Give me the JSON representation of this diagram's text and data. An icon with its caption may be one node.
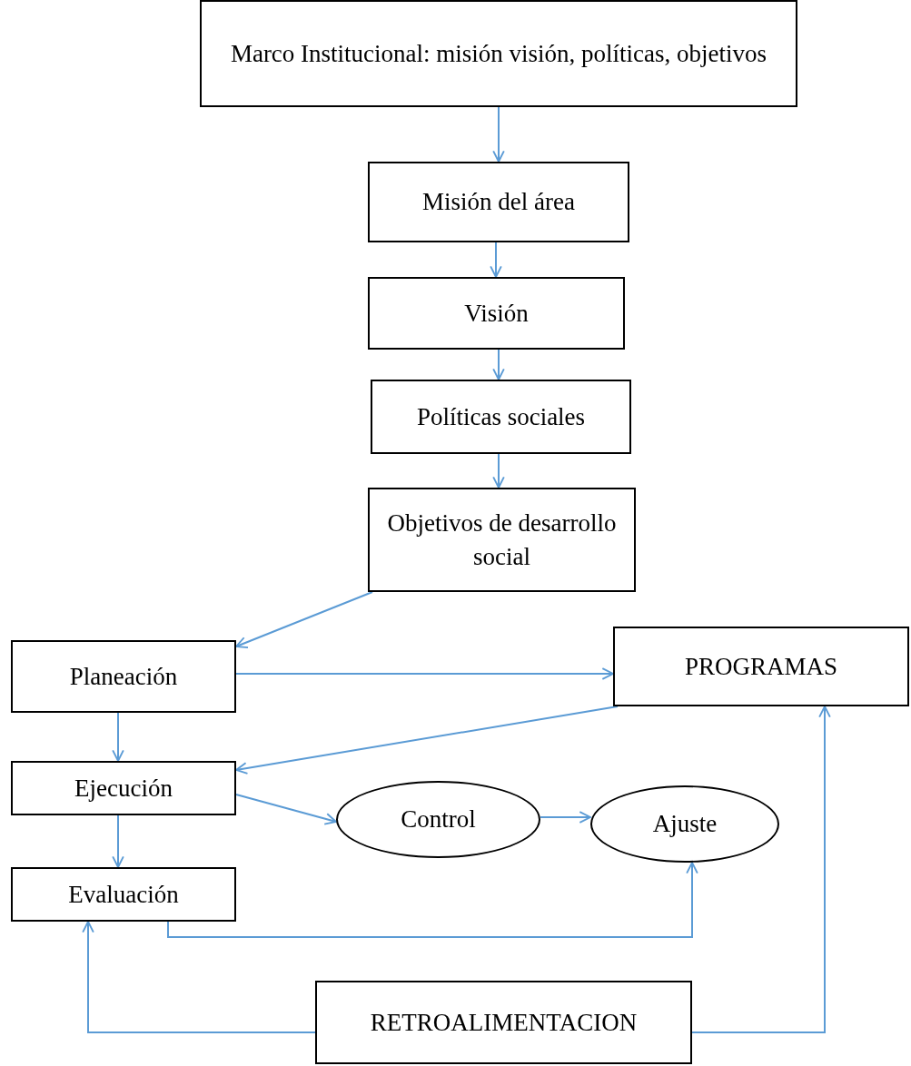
{
  "diagram": {
    "nodes": [
      {
        "text": [
          "Marco Institucional: misión visión, políticas, objetivos"
        ]
      },
      {
        "text": [
          "Misión del área"
        ]
      },
      {
        "text": [
          "Visión"
        ]
      },
      {
        "text": [
          "Políticas sociales"
        ]
      },
      {
        "text": [
          "Objetivos de desarrollo social"
        ]
      },
      {
        "text": [
          "Planeación"
        ]
      },
      {
        "text": [
          "PROGRAMAS"
        ]
      },
      {
        "text": [
          "Ejecución"
        ]
      },
      {
        "text": [
          "Control"
        ]
      },
      {
        "text": [
          "Ajuste"
        ]
      },
      {
        "text": [
          "Evaluación"
        ]
      },
      {
        "text": [
          "RETROALIMENTACION"
        ]
      }
    ],
    "edges": [
      {
        "from": 0,
        "to": 1,
        "arrow": "to"
      },
      {
        "from": 1,
        "to": 2,
        "arrow": "to"
      },
      {
        "from": 2,
        "to": 3,
        "arrow": "to"
      },
      {
        "from": 3,
        "to": 4,
        "arrow": "to"
      },
      {
        "from": 4,
        "to": 5,
        "arrow": "to"
      },
      {
        "from": 5,
        "to": 6,
        "arrow": "to"
      },
      {
        "from": 5,
        "to": 7,
        "arrow": "to"
      },
      {
        "from": 6,
        "to": 7,
        "arrow": "to"
      },
      {
        "from": 7,
        "to": 8,
        "arrow": "to"
      },
      {
        "from": 8,
        "to": 9,
        "arrow": "to"
      },
      {
        "from": 7,
        "to": 10,
        "arrow": "to"
      },
      {
        "from": 10,
        "to": 9,
        "arrow": "to"
      },
      {
        "from": 11,
        "to": 10,
        "arrow": "to"
      },
      {
        "from": 11,
        "to": 6,
        "arrow": "to"
      }
    ]
  }
}
